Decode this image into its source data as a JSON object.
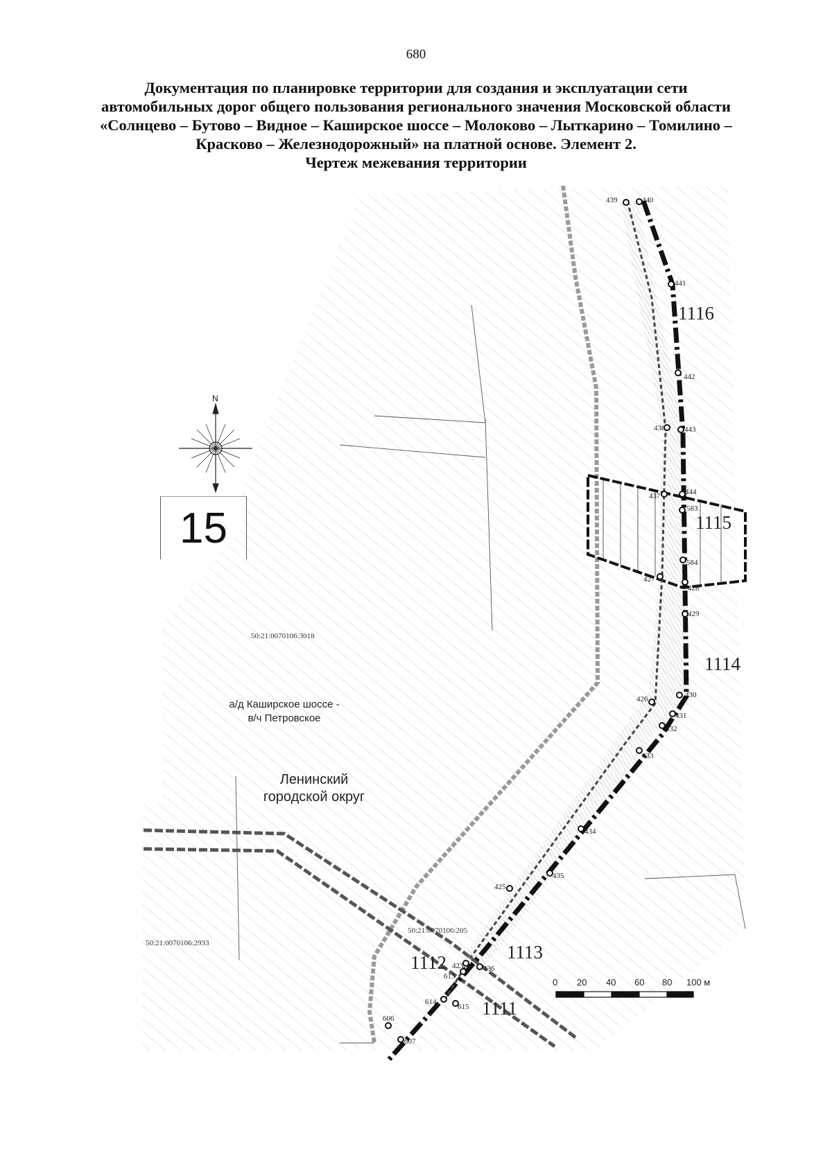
{
  "page_number": "680",
  "title_lines": [
    "Документация по планировке территории для создания и эксплуатации сети",
    "автомобильных дорог общего пользования регионального значения Московской области",
    "«Солнцево – Бутово – Видное – Каширское шоссе – Молоково – Лыткарино – Томилино –",
    "Красково – Железнодорожный» на платной основе. Элемент 2.",
    "Чертеж межевания территории"
  ],
  "sheet_number": "15",
  "north_label": "N",
  "road_label": [
    "а/д Каширское шоссе -",
    "в/ч Петровское"
  ],
  "district_label": [
    "Ленинский",
    "городской округ"
  ],
  "cadastral_numbers": {
    "a": "50:21:0070106:3018",
    "b": "50:21:0070106:2933",
    "c": "50:21:0070106:205"
  },
  "zones": [
    "1116",
    "1115",
    "1114",
    "1113",
    "1112",
    "1111"
  ],
  "points": [
    "439",
    "440",
    "441",
    "442",
    "438",
    "443",
    "437",
    "444",
    "583",
    "584",
    "427",
    "428",
    "429",
    "426",
    "430",
    "431",
    "432",
    "433",
    "434",
    "435",
    "425",
    "423",
    "436",
    "613",
    "614",
    "615",
    "606",
    "607"
  ],
  "scale": {
    "ticks": [
      "0",
      "20",
      "40",
      "60",
      "80",
      "100 м"
    ]
  },
  "colors": {
    "road_reserve": "#111111",
    "existing_road": "#9a9a9a",
    "hatch": "#bdbdbd"
  }
}
